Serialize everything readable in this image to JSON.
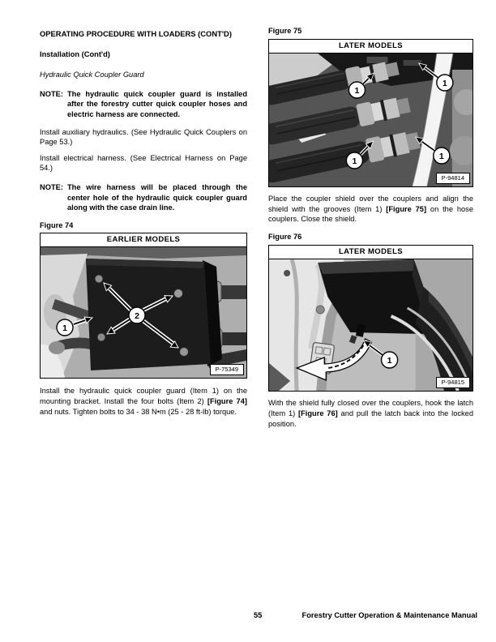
{
  "left": {
    "heading": "OPERATING PROCEDURE WITH LOADERS (CONT'D)",
    "subheading": "Installation (Cont'd)",
    "section_title": "Hydraulic Quick Coupler Guard",
    "note1": {
      "label": "NOTE:",
      "text": "The hydraulic quick coupler guard is installed after the forestry cutter quick coupler hoses and electric harness are connected."
    },
    "para1": "Install auxiliary hydraulics. (See Hydraulic Quick Couplers on Page 53.)",
    "para2": "Install electrical harness. (See Electrical Harness on Page 54.)",
    "note2": {
      "label": "NOTE:",
      "text": "The wire harness will be placed through the center hole of the hydraulic quick coupler guard along with the case drain line."
    },
    "figure74": {
      "label": "Figure 74",
      "banner": "EARLIER MODELS",
      "photo_id": "P-75349",
      "callout1": "1",
      "callout2": "2"
    },
    "caption74": {
      "part1": "Install the hydraulic quick coupler guard (Item 1) on the mounting bracket. Install the four bolts (Item 2) ",
      "bold": "[Figure 74]",
      "part2": " and nuts. Tighten bolts to 34 - 38 N•m (25 - 28 ft-lb) torque."
    }
  },
  "right": {
    "figure75": {
      "label": "Figure 75",
      "banner": "LATER MODELS",
      "photo_id": "P-94814",
      "callout": "1"
    },
    "para75": {
      "part1": "Place the coupler shield over the couplers and align the shield with the grooves (Item 1) ",
      "bold": "[Figure 75]",
      "part2": " on the hose couplers. Close the shield."
    },
    "figure76": {
      "label": "Figure 76",
      "banner": "LATER MODELS",
      "photo_id": "P-94815",
      "callout": "1"
    },
    "para76": {
      "part1": "With the shield fully closed over the couplers, hook the latch (Item 1) ",
      "bold": "[Figure 76]",
      "part2": " and pull the latch back into the locked position."
    }
  },
  "footer": {
    "page_number": "55",
    "manual_title": "Forestry Cutter Operation & Maintenance Manual"
  }
}
